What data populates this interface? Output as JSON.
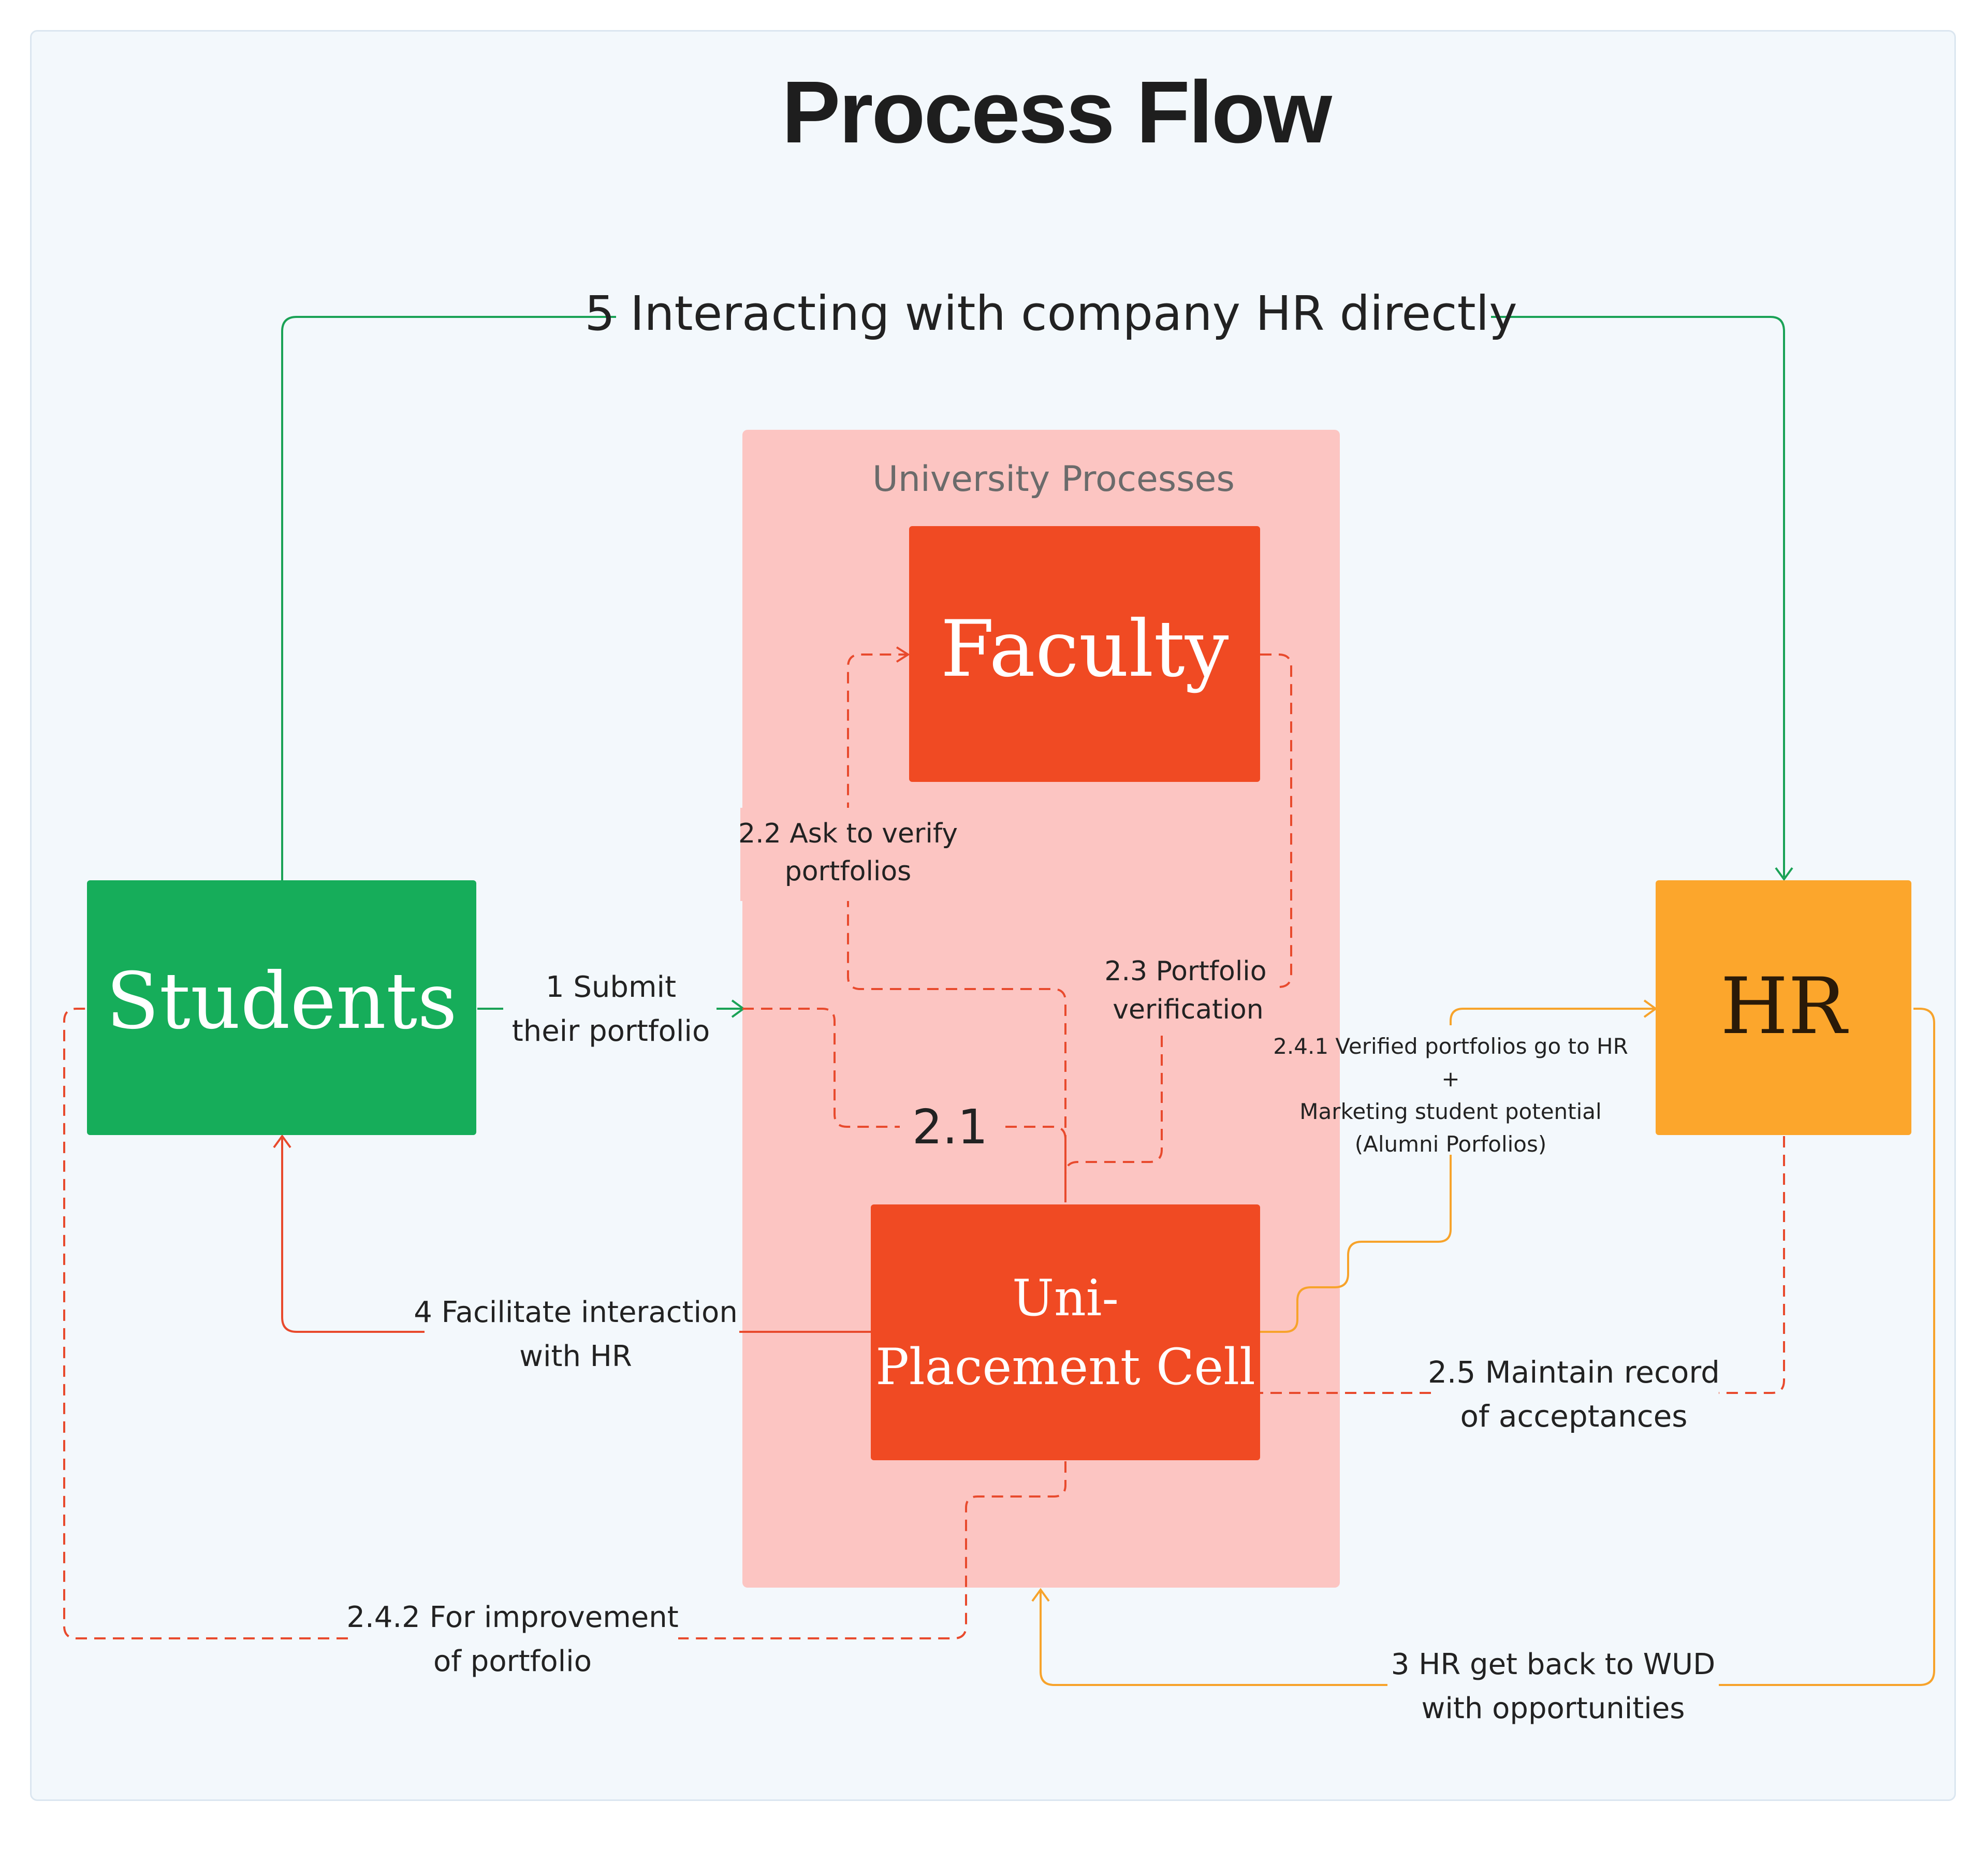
{
  "diagram": {
    "title": "Process Flow",
    "group": {
      "label": "University Processes"
    },
    "nodes": {
      "students": "Students",
      "faculty": "Faculty",
      "hr": "HR",
      "placement_line1": "Uni-",
      "placement_line2": "Placement Cell"
    },
    "edges": {
      "interact_hr": "5 Interacting with company HR directly",
      "submit_line1": "1 Submit",
      "submit_line2": "their portfolio",
      "step_2_1": "2.1",
      "ask_verify_line1": "2.2 Ask to verify",
      "ask_verify_line2": "portfolios",
      "portfolio_verif_line1": "2.3 Portfolio",
      "portfolio_verif_line2": "verification",
      "verified_line1": "2.4.1 Verified portfolios go to HR",
      "verified_line2": "+",
      "verified_line3": "Marketing student potential",
      "verified_line4": "(Alumni Porfolios)",
      "facilitate_line1": "4 Facilitate interaction",
      "facilitate_line2": "with HR",
      "maintain_line1": "2.5 Maintain record",
      "maintain_line2": "of acceptances",
      "improve_line1": "2.4.2 For improvement",
      "improve_line2": "of portfolio",
      "hr_back_line1": "3 HR get back to WUD",
      "hr_back_line2": "with opportunities"
    },
    "colors": {
      "background": "#f3f8fc",
      "group_fill": "#fcc5c2",
      "students": "#16ad5a",
      "faculty": "#f04a23",
      "placement": "#f04a23",
      "hr": "#fca62c",
      "green_edge": "#1aa256",
      "red_edge": "#e84a2d",
      "orange_edge": "#f7a32b"
    }
  }
}
